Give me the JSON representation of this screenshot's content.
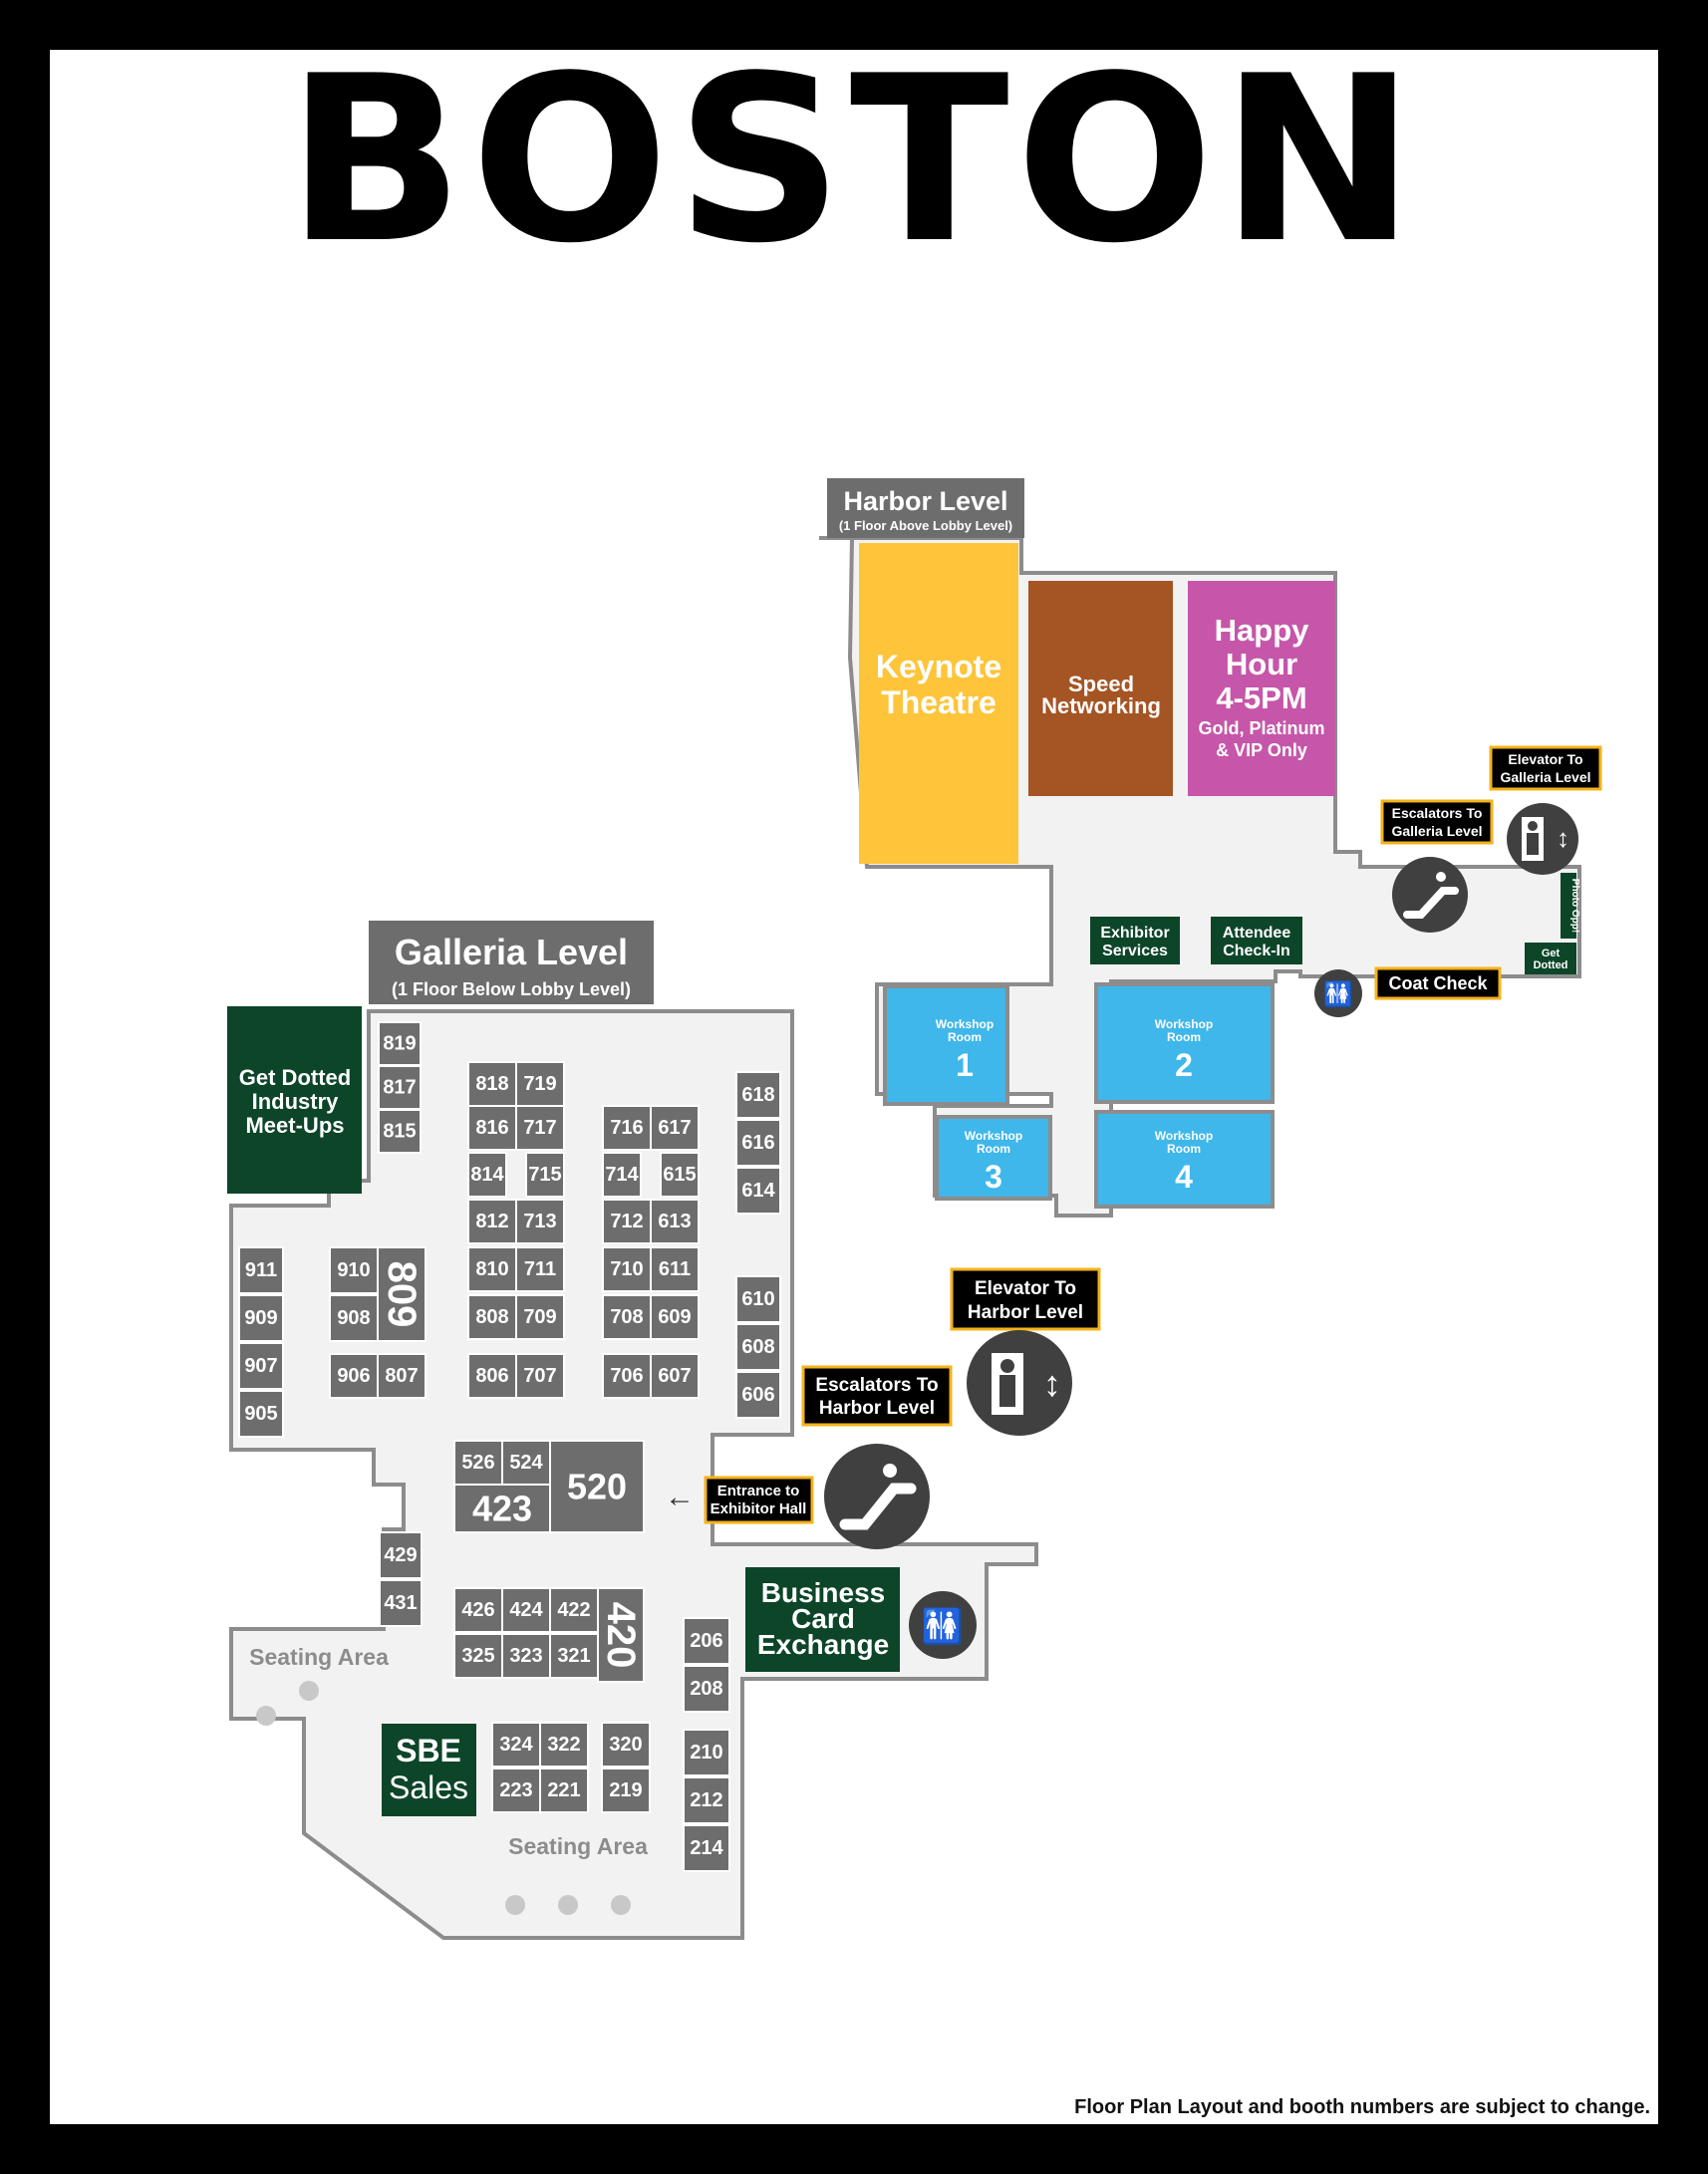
{
  "title": "BOSTON",
  "footnote": "Floor Plan Layout and booth numbers are subject to change.",
  "colors": {
    "floor": "#f2f2f2",
    "wall": "#8c8c8c",
    "booth": "#6d6d6d",
    "green": "#0d4529",
    "yellow": "#fec43a",
    "brown": "#a55424",
    "magenta": "#c556a9",
    "blue": "#3fb7ea",
    "sign_border": "#f5b21a"
  },
  "harbor": {
    "label": "Harbor Level",
    "sublabel": "(1 Floor Above Lobby Level)",
    "keynote": [
      "Keynote",
      "Theatre"
    ],
    "speed": [
      "Speed",
      "Networking"
    ],
    "happy": [
      "Happy",
      "Hour",
      "4-5PM"
    ],
    "happy_note": [
      "Gold, Platinum",
      "& VIP Only"
    ],
    "exhibitor_services": [
      "Exhibitor",
      "Services"
    ],
    "attendee_checkin": [
      "Attendee",
      "Check-In"
    ],
    "workshops": [
      {
        "label": [
          "Workshop",
          "Room"
        ],
        "num": "1"
      },
      {
        "label": [
          "Workshop",
          "Room"
        ],
        "num": "2"
      },
      {
        "label": [
          "Workshop",
          "Room"
        ],
        "num": "3"
      },
      {
        "label": [
          "Workshop",
          "Room"
        ],
        "num": "4"
      }
    ],
    "elevator_sign": [
      "Elevator To",
      "Galleria Level"
    ],
    "escalator_sign": [
      "Escalators To",
      "Galleria Level"
    ],
    "coat_check": "Coat Check",
    "photo_opp": "Photo Opp!",
    "get_dotted": [
      "Get",
      "Dotted"
    ],
    "icons": [
      "elevator-icon",
      "escalator-icon",
      "restroom-icon"
    ]
  },
  "galleria": {
    "label": "Galleria Level",
    "sublabel": "(1 Floor Below Lobby Level)",
    "meetups": [
      "Get Dotted",
      "Industry",
      "Meet-Ups"
    ],
    "business_card": [
      "Business",
      "Card",
      "Exchange"
    ],
    "sbe": [
      "SBE",
      "Sales"
    ],
    "seating": [
      "Seating Area",
      "Seating Area"
    ],
    "elevator_sign": [
      "Elevator To",
      "Harbor Level"
    ],
    "escalator_sign": [
      "Escalators To",
      "Harbor Level"
    ],
    "entrance_sign": [
      "Entrance to",
      "Exhibitor Hall"
    ],
    "booths": [
      "819",
      "817",
      "815",
      "818",
      "719",
      "816",
      "717",
      "814",
      "715",
      "812",
      "713",
      "810",
      "711",
      "808",
      "709",
      "806",
      "707",
      "716",
      "617",
      "714",
      "615",
      "712",
      "613",
      "710",
      "611",
      "708",
      "609",
      "706",
      "607",
      "618",
      "616",
      "614",
      "610",
      "608",
      "606",
      "911",
      "909",
      "907",
      "905",
      "910",
      "908",
      "809",
      "906",
      "807",
      "526",
      "524",
      "423",
      "520",
      "429",
      "431",
      "426",
      "424",
      "422",
      "420",
      "325",
      "323",
      "321",
      "324",
      "322",
      "320",
      "223",
      "221",
      "219",
      "206",
      "208",
      "210",
      "212",
      "214"
    ]
  }
}
